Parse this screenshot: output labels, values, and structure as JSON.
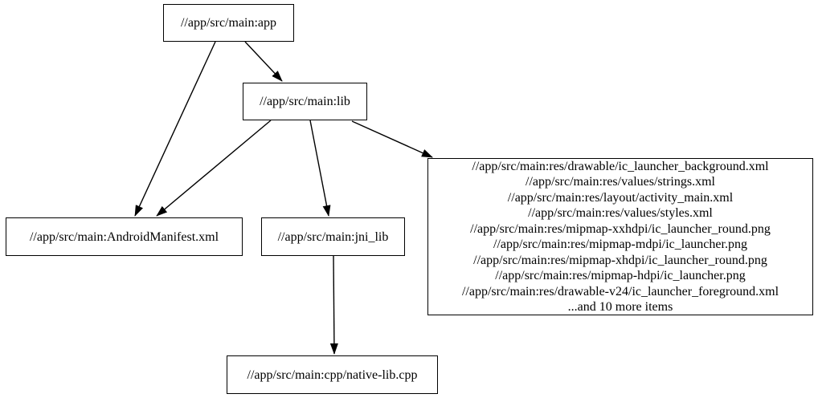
{
  "diagram": {
    "type": "dependency-graph",
    "background_color": "#ffffff",
    "node_border_color": "#000000",
    "edge_color": "#000000",
    "text_color": "#000000",
    "nodes": {
      "app": {
        "label": "//app/src/main:app"
      },
      "lib": {
        "label": "//app/src/main:lib"
      },
      "manifest": {
        "label": "//app/src/main:AndroidManifest.xml"
      },
      "jni_lib": {
        "label": "//app/src/main:jni_lib"
      },
      "res_group": {
        "lines": [
          "//app/src/main:res/drawable/ic_launcher_background.xml",
          "//app/src/main:res/values/strings.xml",
          "//app/src/main:res/layout/activity_main.xml",
          "//app/src/main:res/values/styles.xml",
          "//app/src/main:res/mipmap-xxhdpi/ic_launcher_round.png",
          "//app/src/main:res/mipmap-mdpi/ic_launcher.png",
          "//app/src/main:res/mipmap-xhdpi/ic_launcher_round.png",
          "//app/src/main:res/mipmap-hdpi/ic_launcher.png",
          "//app/src/main:res/drawable-v24/ic_launcher_foreground.xml",
          "...and 10 more items"
        ]
      },
      "native": {
        "label": "//app/src/main:cpp/native-lib.cpp"
      }
    },
    "edges": [
      {
        "from": "app",
        "to": "manifest"
      },
      {
        "from": "app",
        "to": "lib"
      },
      {
        "from": "lib",
        "to": "manifest"
      },
      {
        "from": "lib",
        "to": "jni_lib"
      },
      {
        "from": "lib",
        "to": "res_group"
      },
      {
        "from": "jni_lib",
        "to": "native"
      }
    ]
  }
}
